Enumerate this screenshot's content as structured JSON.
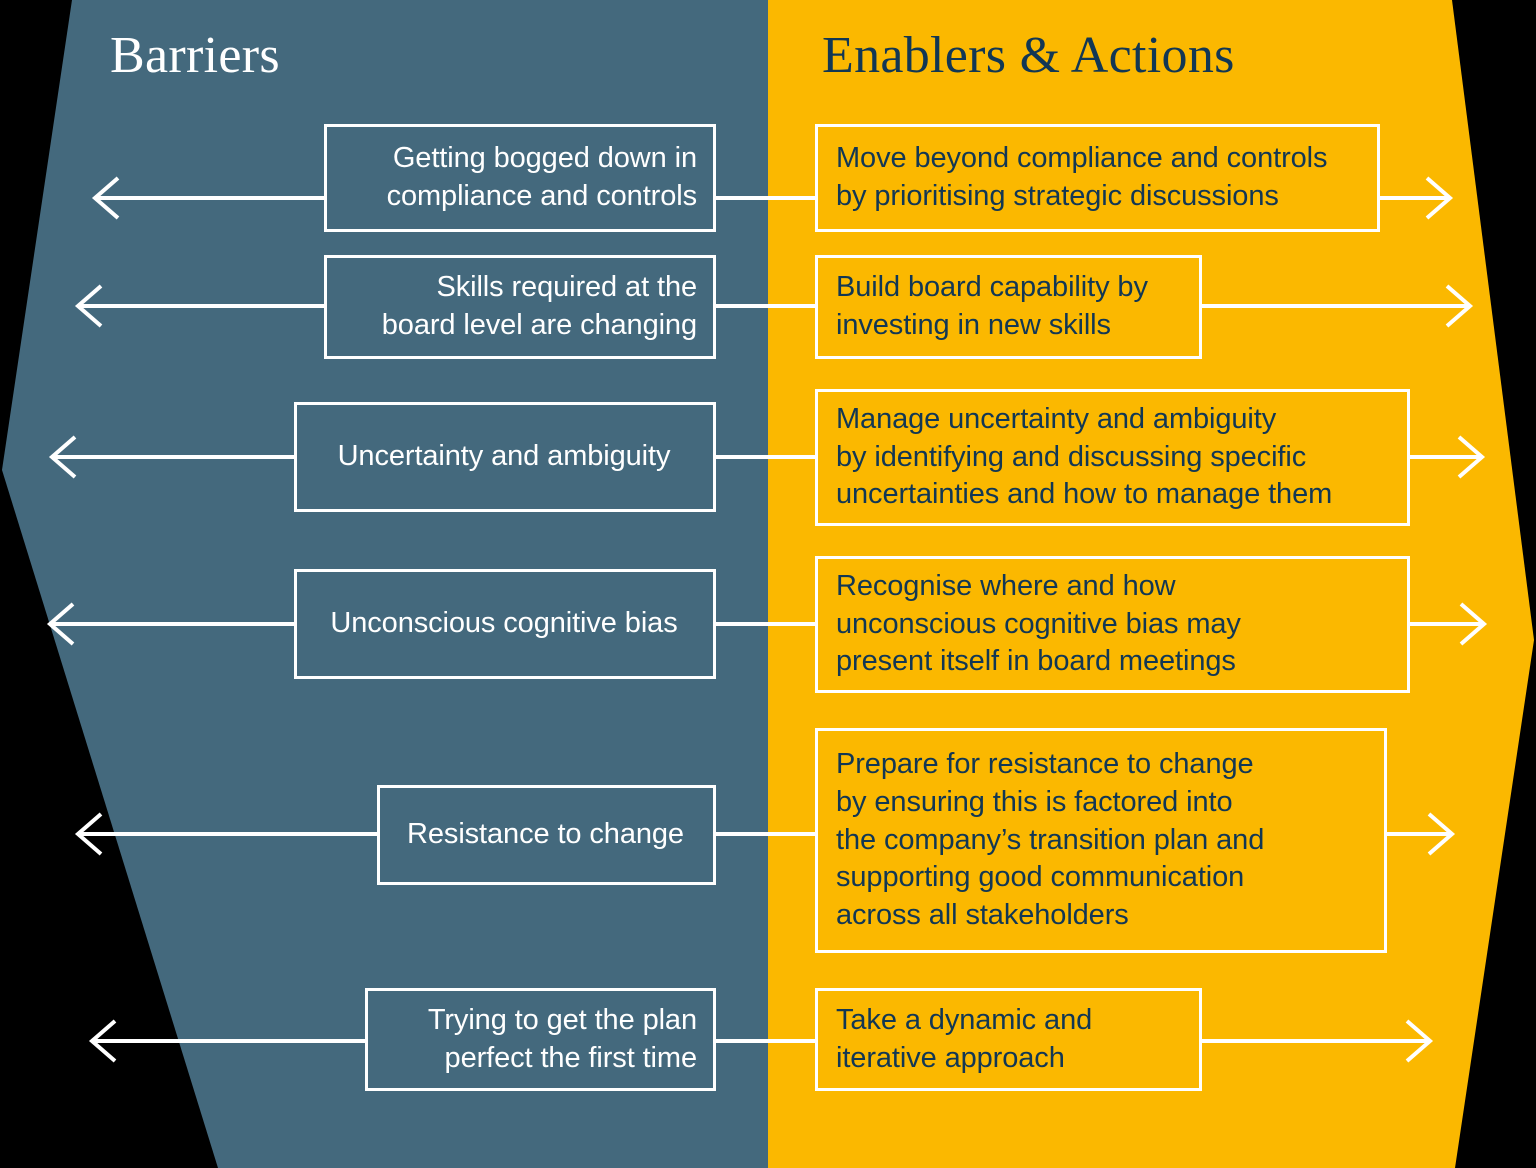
{
  "colors": {
    "barrier_panel": "#44697D",
    "enabler_panel": "#FBB800",
    "navy_text": "#123754",
    "white": "#FFFFFF",
    "background": "#000000"
  },
  "headings": {
    "left": "Barriers",
    "right": "Enablers & Actions"
  },
  "rows": [
    {
      "barrier": "Getting bogged down in\ncompliance and controls",
      "enabler": "Move beyond compliance and controls\nby prioritising strategic discussions"
    },
    {
      "barrier": "Skills required at the\nboard level are changing",
      "enabler": "Build board capability by\ninvesting in new skills"
    },
    {
      "barrier": "Uncertainty and ambiguity",
      "enabler": "Manage uncertainty and ambiguity\nby identifying and discussing specific\nuncertainties and how to manage them"
    },
    {
      "barrier": "Unconscious cognitive bias",
      "enabler": "Recognise where and how\nunconscious cognitive bias may\npresent itself in board meetings"
    },
    {
      "barrier": "Resistance to change",
      "enabler": "Prepare for resistance to change\nby ensuring this is factored into\nthe company’s transition plan and\nsupporting good communication\nacross all stakeholders"
    },
    {
      "barrier": "Trying to get the plan\nperfect the first time",
      "enabler": "Take a dynamic and\niterative approach"
    }
  ],
  "arrows": {
    "left_direction": "left-arrow-icon",
    "right_direction": "right-arrow-icon",
    "count_per_side": 6
  }
}
